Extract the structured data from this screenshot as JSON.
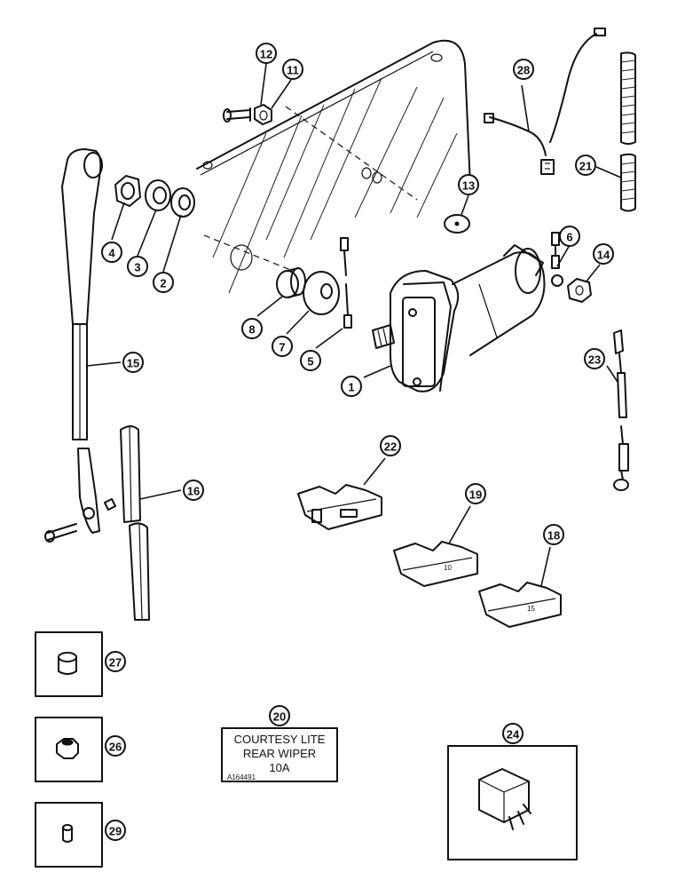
{
  "callouts": [
    "1",
    "2",
    "3",
    "4",
    "5",
    "6",
    "7",
    "8",
    "11",
    "12",
    "13",
    "14",
    "15",
    "16",
    "18",
    "19",
    "20",
    "21",
    "22",
    "23",
    "24",
    "26",
    "27",
    "28",
    "29"
  ],
  "decal": {
    "line1": "COURTESY LITE",
    "line2": "REAR WIPER",
    "line3": "10A",
    "code": "A164491"
  },
  "fuses": {
    "fuse_19": "10",
    "fuse_18": "15"
  },
  "colors": {
    "ink": "#111111",
    "paper": "#ffffff"
  }
}
